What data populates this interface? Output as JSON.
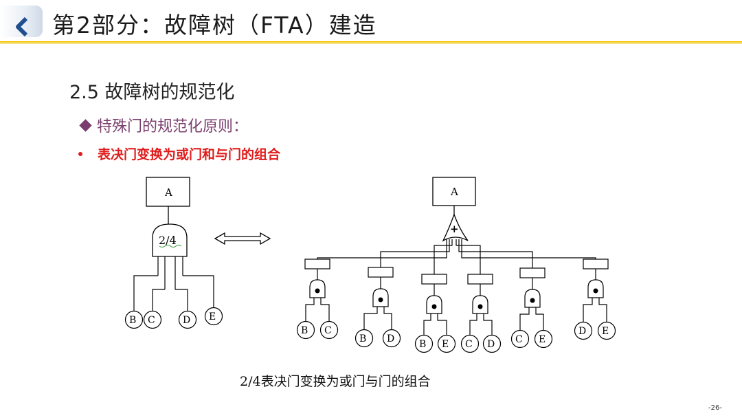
{
  "header": {
    "title": "第2部分：故障树（FTA）建造",
    "nav_icon": "chevron-left-icon",
    "accent_color": "#f2c200"
  },
  "content": {
    "section_title": "2.5 故障树的规范化",
    "sub_item": "特殊门的规范化原则：",
    "red_item": "表决门变换为或门和与门的组合",
    "red_color": "#e01b1b",
    "sub_color": "#7a3f6e"
  },
  "diagram": {
    "left_top_event": "A",
    "vote_gate_label": "2/4",
    "left_leaves": [
      "B",
      "C",
      "D",
      "E"
    ],
    "right_top_event": "A",
    "or_gate_symbol": "+",
    "and_groups": [
      [
        "B",
        "C"
      ],
      [
        "B",
        "D"
      ],
      [
        "B",
        "E"
      ],
      [
        "C",
        "D"
      ],
      [
        "C",
        "E"
      ],
      [
        "D",
        "E"
      ]
    ]
  },
  "caption": "2/4表决门变换为或门与门的组合",
  "page_number": "-26-"
}
